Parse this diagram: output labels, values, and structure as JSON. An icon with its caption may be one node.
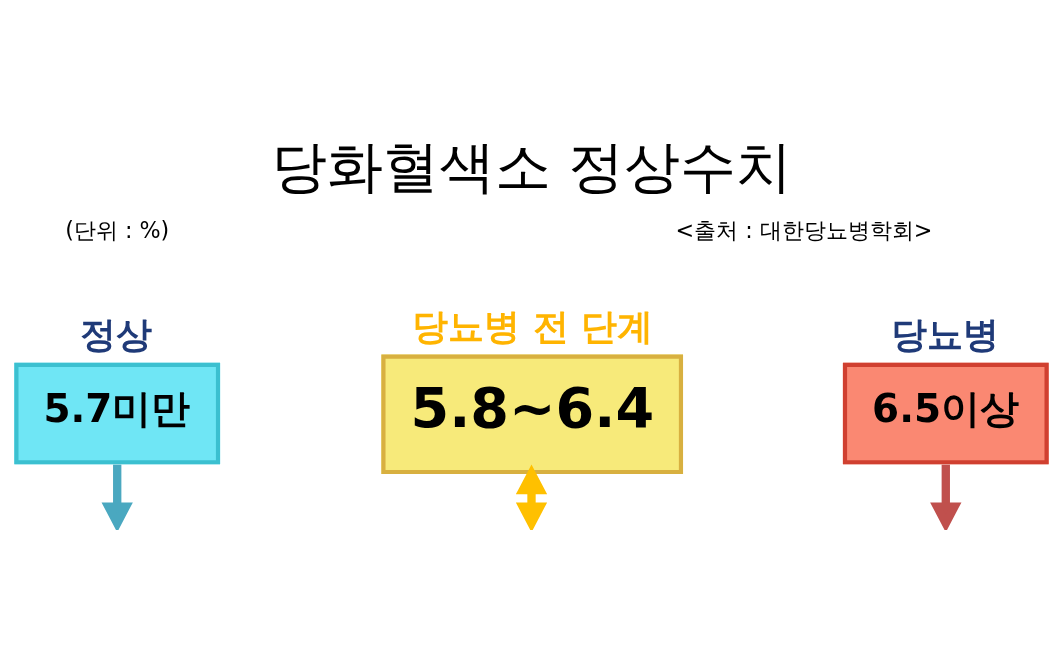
{
  "diagram": {
    "title": "당화혈색소 정상수치",
    "nodes": [
      {
        "text": [
          "정상",
          "5.7미만"
        ]
      },
      {
        "text": [
          "당뇨병 전 단계",
          "5.8~6.4"
        ]
      },
      {
        "text": [
          "당뇨병",
          "6.5이상"
        ]
      }
    ],
    "edges": [
      {
        "from": 0,
        "to": null,
        "arrow": "to",
        "color": "#4aa8c0"
      },
      {
        "from": 1,
        "to": null,
        "arrow": "both",
        "color": "#ffc000"
      },
      {
        "from": 2,
        "to": null,
        "arrow": "to",
        "color": "#c0504d"
      }
    ],
    "labels": [
      "(단위 : %)",
      "<출처 : 대한당뇨병학회>"
    ]
  }
}
